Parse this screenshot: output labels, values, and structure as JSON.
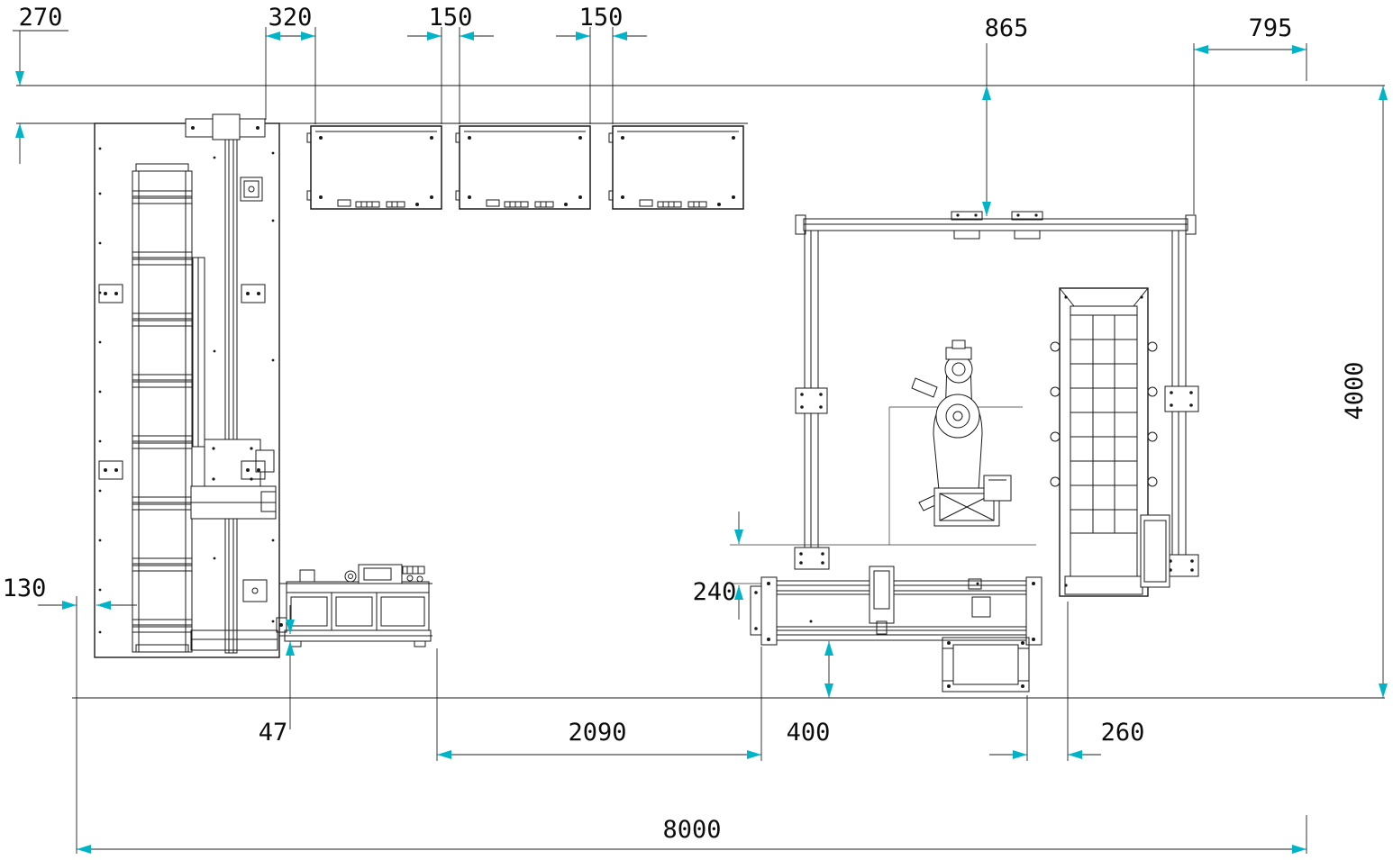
{
  "drawing": {
    "colors": {
      "line": "#1a1a1a",
      "dimension_arrow": "#00b4c8",
      "dimension_text": "#0d0d0d",
      "background": "#ffffff"
    },
    "dimensions": {
      "d270": "270",
      "d320": "320",
      "d150_a": "150",
      "d150_b": "150",
      "d865": "865",
      "d795": "795",
      "d4000": "4000",
      "d130": "130",
      "d47": "47",
      "d2090": "2090",
      "d400": "400",
      "d240": "240",
      "d260": "260",
      "d8000": "8000"
    }
  }
}
